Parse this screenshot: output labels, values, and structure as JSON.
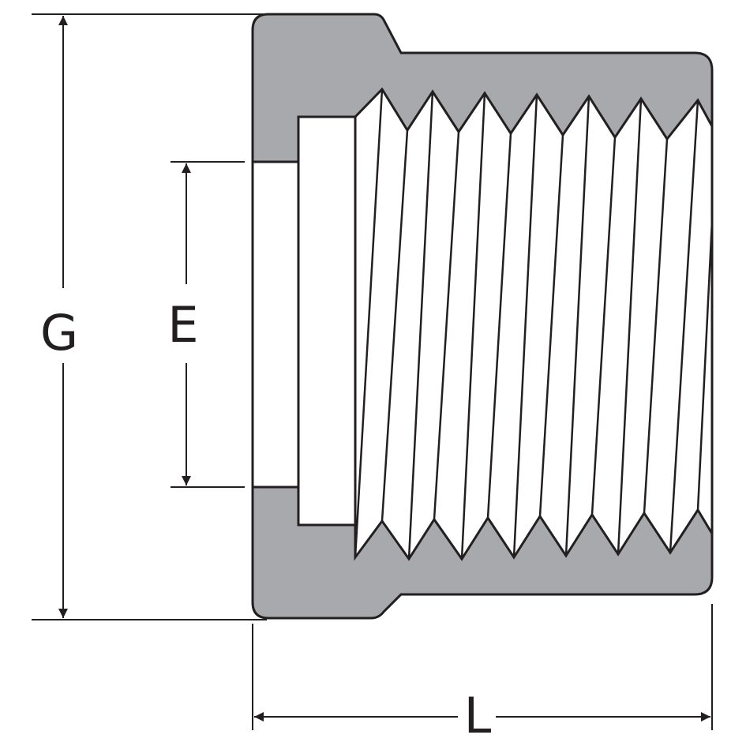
{
  "labels": {
    "g": "G",
    "e": "E",
    "l": "L"
  },
  "colors": {
    "outline": "#231f20",
    "body_fill": "#a7a9ac",
    "bore_fill": "#ffffff",
    "background": "#ffffff"
  }
}
